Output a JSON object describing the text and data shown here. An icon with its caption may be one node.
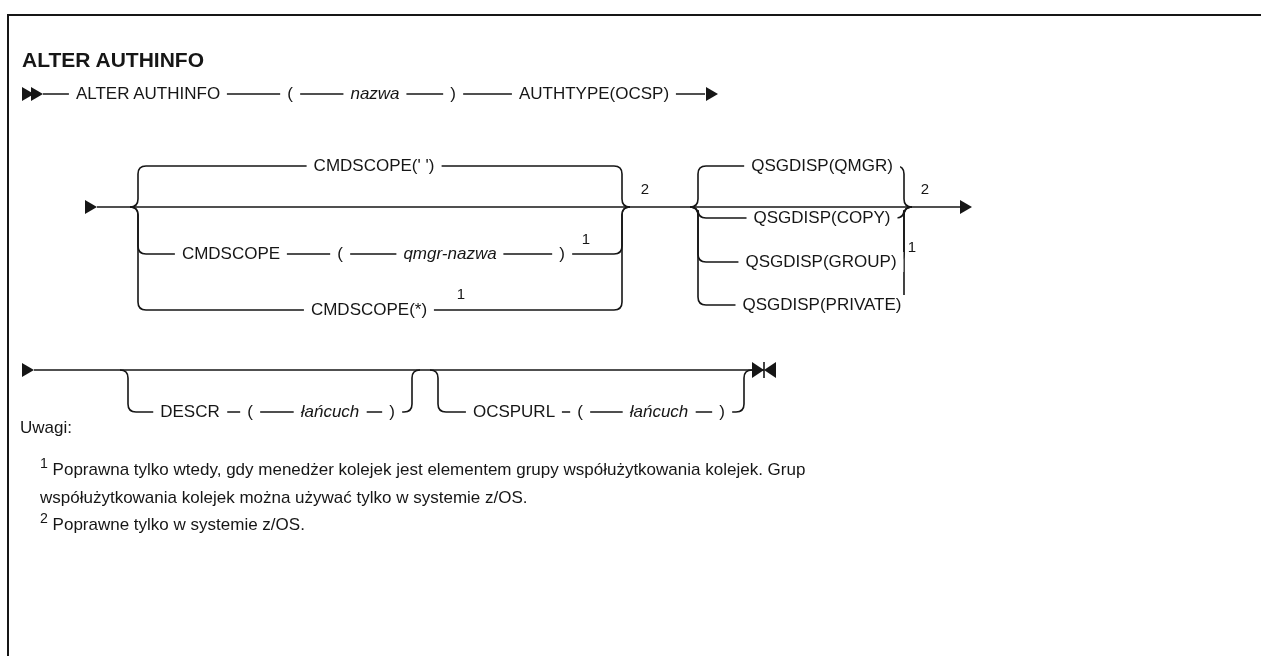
{
  "diagram": {
    "title": "ALTER AUTHINFO",
    "labels": [
      "ALTER AUTHINFO",
      "(",
      "nazwa",
      ")",
      "AUTHTYPE(OCSP)",
      "CMDSCOPE(' ')",
      "2",
      "QSGDISP(QMGR)",
      "2",
      "CMDSCOPE",
      "(",
      "qmgr-nazwa",
      ")",
      "1",
      "QSGDISP(COPY)",
      "CMDSCOPE(*)",
      "1",
      "QSGDISP(GROUP)",
      "1",
      "QSGDISP(PRIVATE)",
      "DESCR",
      "(",
      "łańcuch",
      ")",
      "OCSPURL",
      "(",
      "łańcuch",
      ")",
      "Uwagi:",
      "$^{1}$ Poprawna tylko wtedy, gdy menedżer kolejek jest elementem grupy współużytkowania kolejek. Grup współużytkowania kolejek można używać tylko w systemie z/OS.",
      "$^{2}$ Poprawne tylko w systemie z/OS."
    ]
  }
}
